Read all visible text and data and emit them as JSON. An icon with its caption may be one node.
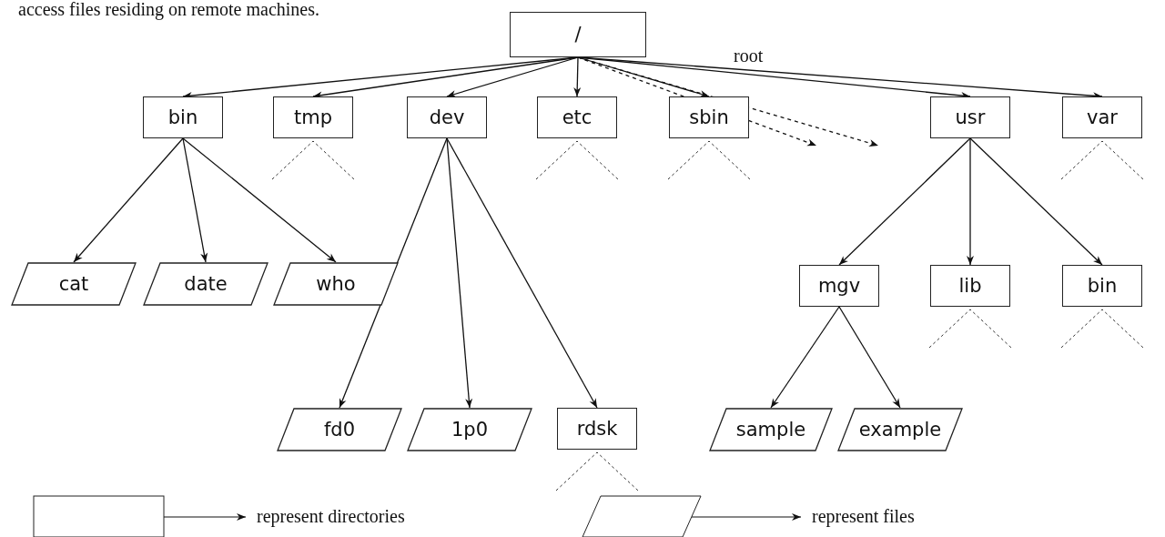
{
  "diagram": {
    "nodes": [
      {
        "text": [
          "/"
        ]
      },
      {
        "text": [
          "bin"
        ]
      },
      {
        "text": [
          "tmp"
        ]
      },
      {
        "text": [
          "dev"
        ]
      },
      {
        "text": [
          "etc"
        ]
      },
      {
        "text": [
          "sbin"
        ]
      },
      {
        "text": [
          "usr"
        ]
      },
      {
        "text": [
          "var"
        ]
      },
      {
        "text": [
          "cat"
        ]
      },
      {
        "text": [
          "date"
        ]
      },
      {
        "text": [
          "who"
        ]
      },
      {
        "text": [
          "mgv"
        ]
      },
      {
        "text": [
          "lib"
        ]
      },
      {
        "text": [
          "bin"
        ]
      },
      {
        "text": [
          "fd0"
        ]
      },
      {
        "text": [
          "1p0"
        ]
      },
      {
        "text": [
          "rdsk"
        ]
      },
      {
        "text": [
          "sample"
        ]
      },
      {
        "text": [
          "example"
        ]
      }
    ],
    "edges": [
      {
        "from": 0,
        "to": 1,
        "arrow": "to"
      },
      {
        "from": 0,
        "to": 2,
        "arrow": "to"
      },
      {
        "from": 0,
        "to": 3,
        "arrow": "to"
      },
      {
        "from": 0,
        "to": 4,
        "arrow": "to"
      },
      {
        "from": 0,
        "to": 5,
        "arrow": "to"
      },
      {
        "from": 0,
        "to": null,
        "arrow": "to",
        "style": "dashed"
      },
      {
        "from": 0,
        "to": null,
        "arrow": "to",
        "style": "dashed"
      },
      {
        "from": 0,
        "to": 6,
        "arrow": "to"
      },
      {
        "from": 0,
        "to": 7,
        "arrow": "to"
      },
      {
        "from": 1,
        "to": 8,
        "arrow": "to"
      },
      {
        "from": 1,
        "to": 9,
        "arrow": "to"
      },
      {
        "from": 1,
        "to": 10,
        "arrow": "to"
      },
      {
        "from": 3,
        "to": 14,
        "arrow": "to"
      },
      {
        "from": 3,
        "to": 15,
        "arrow": "to"
      },
      {
        "from": 3,
        "to": 16,
        "arrow": "to"
      },
      {
        "from": 6,
        "to": 11,
        "arrow": "to"
      },
      {
        "from": 6,
        "to": 12,
        "arrow": "to"
      },
      {
        "from": 6,
        "to": 13,
        "arrow": "to"
      },
      {
        "from": 11,
        "to": 17,
        "arrow": "to"
      },
      {
        "from": 11,
        "to": 18,
        "arrow": "to"
      }
    ],
    "labels": [
      "access files residing on remote machines.",
      "root"
    ],
    "legend": [
      {
        "text": "represent directories"
      },
      {
        "text": "represent files"
      }
    ]
  }
}
